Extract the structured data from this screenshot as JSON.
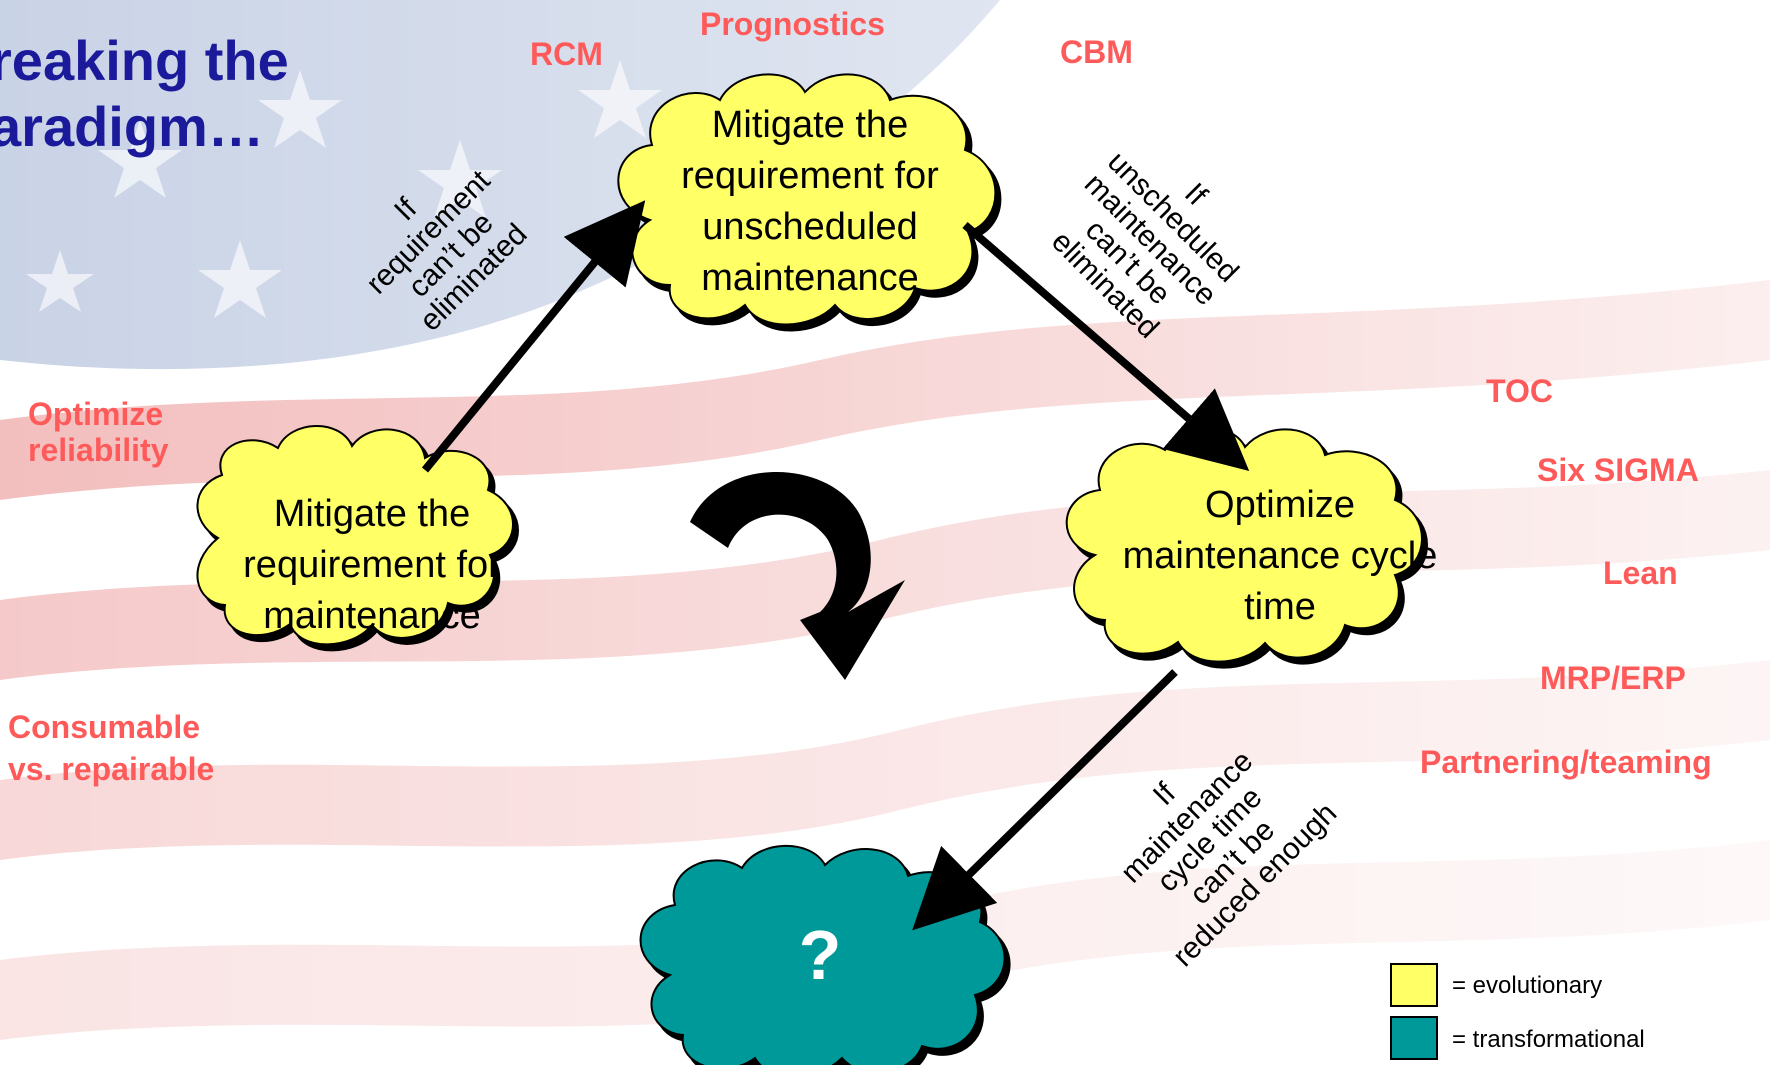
{
  "title": "reaking the\naradigm…",
  "clouds": {
    "maintenance": "Mitigate the requirement for maintenance",
    "unscheduled": "Mitigate the requirement for unscheduled maintenance",
    "cycle_time": "Optimize maintenance cycle time",
    "unknown": "?"
  },
  "arrow_labels": {
    "requirement": "If\nrequirement\ncan’t be\neliminated",
    "unscheduled": "If\nunscheduled\nmaintenance\ncan’t be\neliminated",
    "cycle_time": "If\nmaintenance\ncycle time\ncan’t be\nreduced enough"
  },
  "methods": {
    "prognostics": "Prognostics",
    "rcm": "RCM",
    "cbm": "CBM",
    "optimize_reliability": "Optimize\nreliability",
    "consumable": "Consumable\nvs. repairable",
    "toc": "TOC",
    "six_sigma": "Six SIGMA",
    "lean": "Lean",
    "mrp_erp": "MRP/ERP",
    "partnering": "Partnering/teaming"
  },
  "legend": [
    {
      "label": "= evolutionary",
      "color": "#ffff66"
    },
    {
      "label": "= transformational",
      "color": "#009999"
    }
  ],
  "colors": {
    "evolutionary": "#ffff66",
    "transformational": "#009999",
    "method_text": "#ff5a5a",
    "title": "#1a1a9a"
  }
}
